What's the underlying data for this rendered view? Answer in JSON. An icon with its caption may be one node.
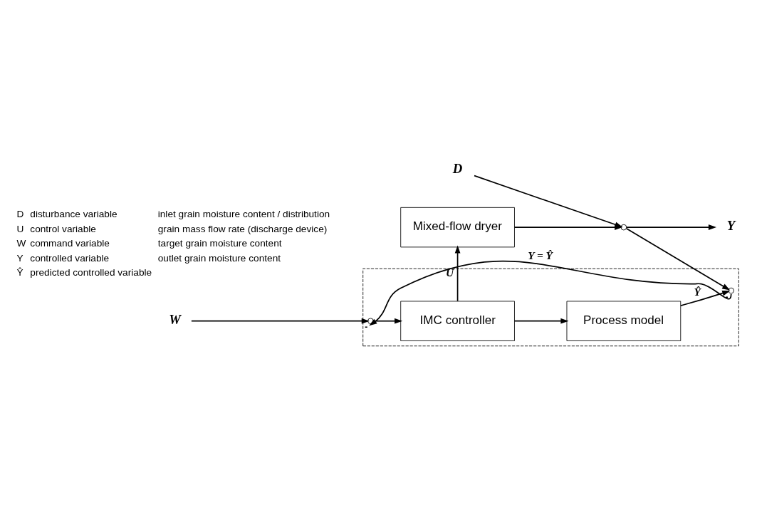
{
  "diagram": {
    "nodes": [
      {
        "text": [],
        "shape": "box"
      },
      {
        "text": [
          "W"
        ]
      },
      {
        "text": [],
        "shape": "circle",
        "in": 0,
        "beside": [
          "-"
        ]
      },
      {
        "text": [
          "IMC controller"
        ],
        "in": 0
      },
      {
        "text": [
          "Mixed-flow dryer"
        ]
      },
      {
        "text": [
          "D"
        ]
      },
      {
        "text": [],
        "shape": "circle"
      },
      {
        "text": [
          "Y"
        ]
      },
      {
        "text": [
          "Process model"
        ],
        "in": 0
      },
      {
        "text": [],
        "shape": "circle",
        "in": 0,
        "beside": [
          "-"
        ]
      }
    ],
    "edges": [
      {
        "from": 1,
        "to": 2,
        "arrow": "to"
      },
      {
        "from": 2,
        "to": 3,
        "arrow": "to"
      },
      {
        "from": 3,
        "to": 4,
        "arrow": "to",
        "label": "U"
      },
      {
        "from": 5,
        "to": 6,
        "arrow": "to"
      },
      {
        "from": 4,
        "to": 6,
        "arrow": "to"
      },
      {
        "from": 6,
        "to": 7,
        "arrow": "to"
      },
      {
        "from": 6,
        "to": 9,
        "arrow": "to"
      },
      {
        "from": 3,
        "to": 8,
        "arrow": "to"
      },
      {
        "from": 8,
        "to": 9,
        "arrow": "to",
        "label": "Ŷ"
      },
      {
        "from": 9,
        "to": 2,
        "arrow": "to",
        "label": "Y = Ŷ"
      }
    ],
    "labels": [
      "D",
      "disturbance variable",
      "inlet grain moisture content / distribution",
      "U",
      "control variable",
      "grain mass flow rate (discharge device)",
      "W",
      "command variable",
      "target grain moisture content",
      "Y",
      "controlled variable",
      "outlet grain moisture content",
      "Ŷ",
      "predicted controlled variable"
    ]
  }
}
